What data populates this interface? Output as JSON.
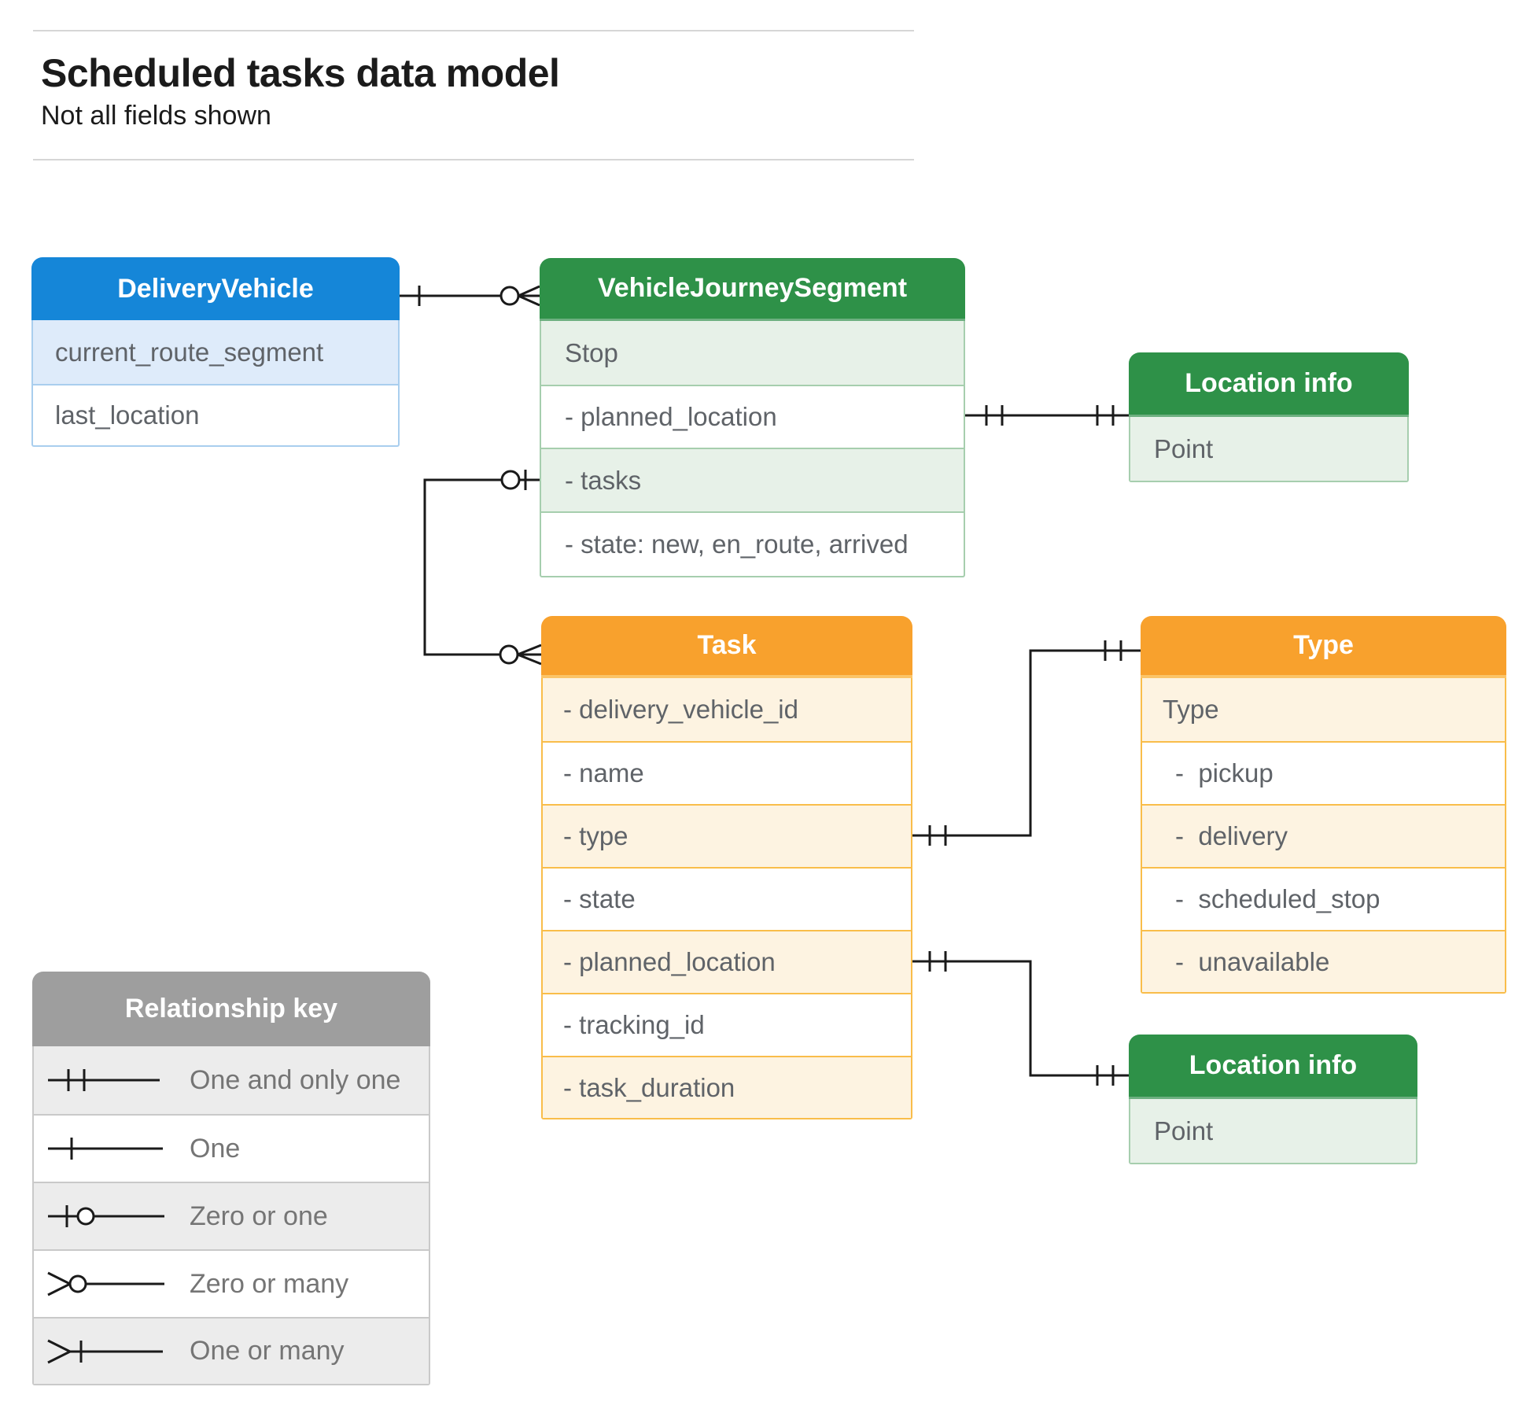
{
  "page": {
    "title": "Scheduled tasks data model",
    "subtitle": "Not all fields shown"
  },
  "entities": {
    "delivery_vehicle": {
      "title": "DeliveryVehicle",
      "rows": [
        "current_route_segment",
        "last_location"
      ]
    },
    "vehicle_journey_segment": {
      "title": "VehicleJourneySegment",
      "rows": [
        "Stop",
        "- planned_location",
        "- tasks",
        "- state: new, en_route, arrived"
      ]
    },
    "location_info_top": {
      "title": "Location info",
      "rows": [
        "Point"
      ]
    },
    "task": {
      "title": "Task",
      "rows": [
        "- delivery_vehicle_id",
        "- name",
        "- type",
        "- state",
        "- planned_location",
        "- tracking_id",
        "- task_duration"
      ]
    },
    "type": {
      "title": "Type",
      "rows": [
        "Type",
        "-  pickup",
        "-  delivery",
        "-  scheduled_stop",
        "-  unavailable"
      ]
    },
    "location_info_bottom": {
      "title": "Location info",
      "rows": [
        "Point"
      ]
    }
  },
  "legend": {
    "title": "Relationship key",
    "items": [
      {
        "symbol": "one-and-only-one",
        "label": "One and only one"
      },
      {
        "symbol": "one",
        "label": "One"
      },
      {
        "symbol": "zero-or-one",
        "label": "Zero or one"
      },
      {
        "symbol": "zero-or-many",
        "label": "Zero or many"
      },
      {
        "symbol": "one-or-many",
        "label": "One or many"
      }
    ]
  },
  "colors": {
    "blue_header": "#1586D8",
    "blue_tint": "#DEEBFA",
    "green_header": "#2E9148",
    "green_tint": "#E7F1E8",
    "orange_header": "#F8A12D",
    "orange_tint": "#FDF3E1",
    "gray_header": "#9E9E9E",
    "gray_tint": "#ECECEC",
    "connector_line": "#1A1A1A",
    "field_text": "#5F6368",
    "legend_text": "#757575"
  }
}
